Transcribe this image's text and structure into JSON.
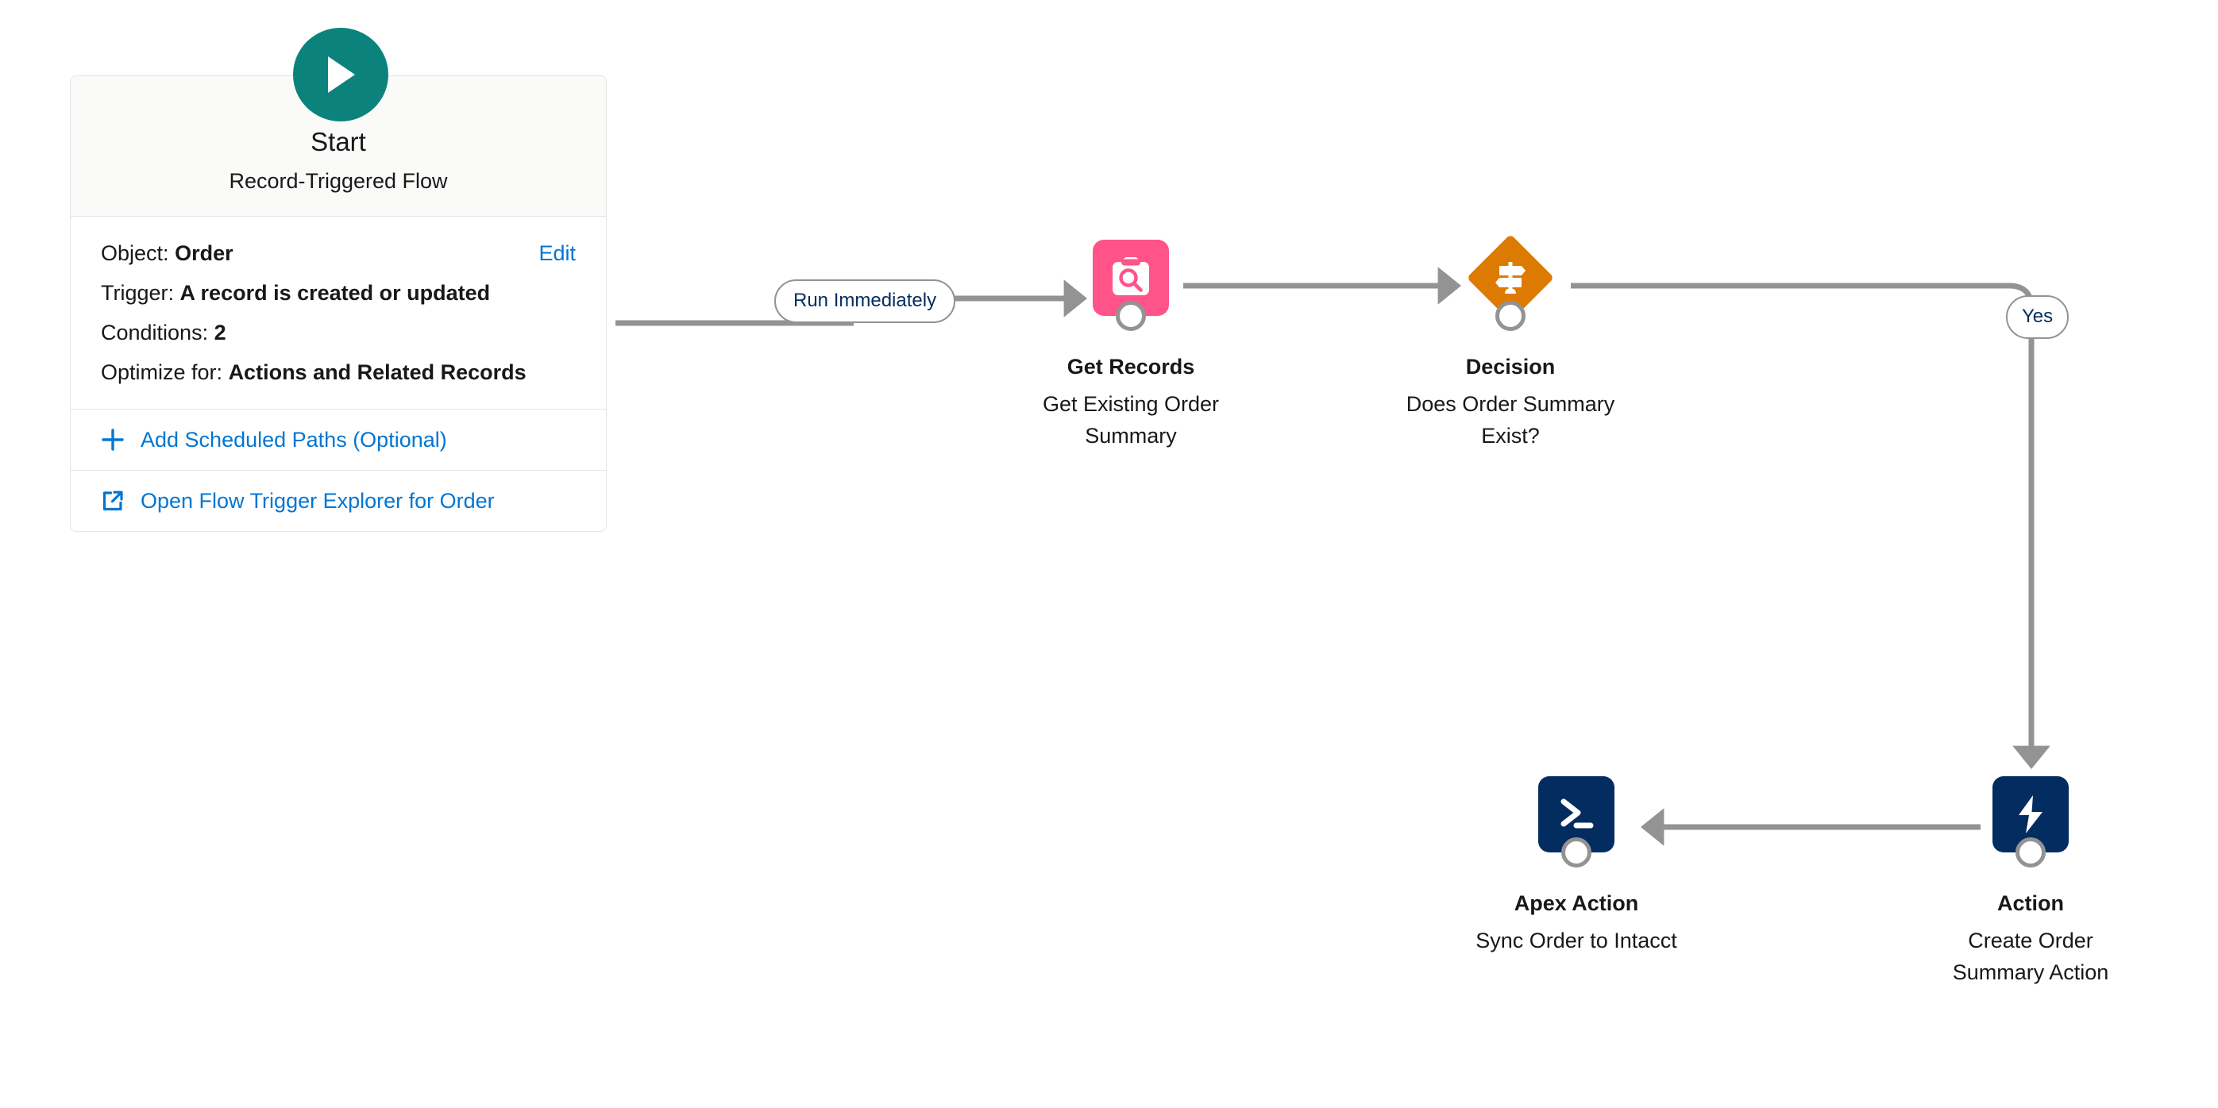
{
  "start": {
    "icon": "play-icon",
    "title": "Start",
    "subtitle": "Record-Triggered Flow",
    "details": [
      {
        "label": "Object:",
        "value": "Order"
      },
      {
        "label": "Trigger:",
        "value": "A record is created or updated"
      },
      {
        "label": "Conditions:",
        "value": "2"
      },
      {
        "label": "Optimize for:",
        "value": "Actions and Related Records"
      }
    ],
    "edit_label": "Edit",
    "links": [
      {
        "icon": "plus-icon",
        "label": "Add Scheduled Paths (Optional)"
      },
      {
        "icon": "external-link-icon",
        "label": "Open Flow Trigger Explorer for Order"
      }
    ]
  },
  "nodes": [
    {
      "id": "get-records",
      "icon": "clipboard-search-icon",
      "title": "Get Records",
      "subtitle": "Get Existing Order Summary"
    },
    {
      "id": "decision",
      "icon": "signpost-icon",
      "title": "Decision",
      "subtitle": "Does Order Summary Exist?"
    },
    {
      "id": "apex-action",
      "icon": "terminal-prompt-icon",
      "title": "Apex Action",
      "subtitle": "Sync Order to Intacct"
    },
    {
      "id": "action",
      "icon": "lightning-bolt-icon",
      "title": "Action",
      "subtitle": "Create Order Summary Action"
    }
  ],
  "connector_labels": [
    {
      "id": "run-immediately",
      "label": "Run Immediately"
    },
    {
      "id": "yes-branch",
      "label": "Yes"
    }
  ],
  "colors": {
    "start_accent": "#0b827c",
    "get_records": "#ff538a",
    "decision": "#dd7a01",
    "action": "#032d60",
    "connector": "#939393",
    "link": "#0176d3",
    "pill_text": "#032d60"
  }
}
